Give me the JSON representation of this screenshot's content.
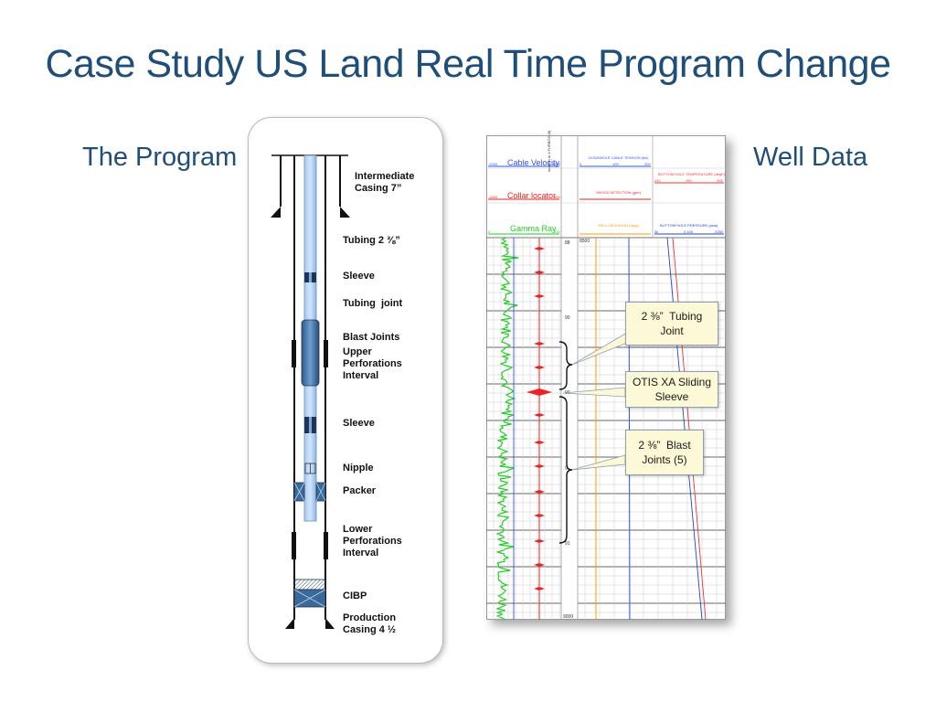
{
  "slide": {
    "title": "Case Study US Land Real Time Program Change",
    "left_heading": "The Program",
    "right_heading": "Well Data"
  },
  "wellbore_labels": {
    "intermediate_casing": "Intermediate\nCasing 7”",
    "tubing": "Tubing 2 ⅜”",
    "sleeve_upper": "Sleeve",
    "tubing_joint": "Tubing  joint",
    "blast_joints": "Blast Joints",
    "upper_perfs": "Upper\nPerforations\nInterval",
    "sleeve_lower": "Sleeve",
    "nipple": "Nipple",
    "packer": "Packer",
    "lower_perfs": "Lower\nPerforations\nInterval",
    "cibp": "CIBP",
    "production_casing": "Production\nCasing 4 ½"
  },
  "log": {
    "track1_headers": {
      "cable_velocity": "Cable Velocity",
      "collar_locator": "Collar locator",
      "gamma_ray": "Gamma Ray"
    },
    "track3_headers": {
      "cable_tension": "DOWNHOLE CABLE TENSION (lbs)",
      "shock_detection": "SHOCK DETECTION (gee)",
      "well_deviation": "WELL DEVIATION (degs)",
      "bh_temperature": "BOTTOM HOLE TEMPERATURE (degF)",
      "bh_pressure": "BOTTOM HOLE PRESSURE (psia)"
    },
    "scale_values": {
      "cv_min": "-1000",
      "cv_max": "1000",
      "ccl_min": "-1600",
      "ccl_max": "600",
      "gr_min": "0",
      "gr_max": "200",
      "tension_min": "0",
      "tension_mid": "100",
      "tension_max": "200",
      "temp_min": "240",
      "temp_mid": "250",
      "temp_max": "255",
      "press_min": "2k",
      "press_mid": "2,100",
      "press_max": "2250"
    },
    "depth_track_label": "location in 1:FURBOD (ft)",
    "depth_labels": [
      "88",
      "90",
      "90",
      "9",
      "91"
    ],
    "depth_top": "8500",
    "depth_bottom": "9000",
    "colors": {
      "gamma_ray": "#22cc22",
      "collar_locator": "#ee2222",
      "cable_velocity": "#3355ee",
      "well_deviation": "#ff9900",
      "temperature": "#ee3333",
      "pressure": "#2244cc"
    }
  },
  "callouts": {
    "tubing_joint": "2 ⅜”  Tubing\nJoint",
    "sliding_sleeve": "OTIS XA Sliding\nSleeve",
    "blast_joints": "2 ⅜”  Blast\nJoints (5)"
  }
}
